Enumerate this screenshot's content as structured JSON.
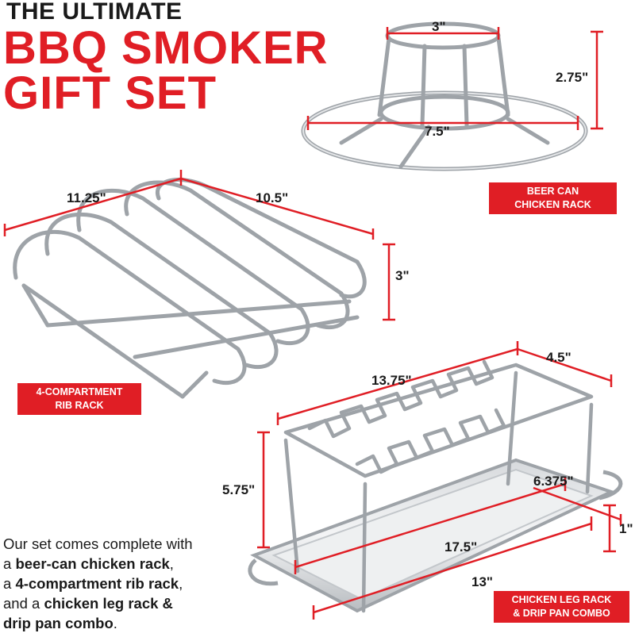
{
  "header": {
    "line1": "THE ULTIMATE",
    "line2": "BBQ SMOKER",
    "line3": "GIFT SET"
  },
  "beer_can": {
    "label": "BEER CAN\nCHICKEN RACK",
    "dim_top": "3\"",
    "dim_height": "2.75\"",
    "dim_base": "7.5\""
  },
  "rib_rack": {
    "label": "4-COMPARTMENT\nRIB RACK",
    "dim_length": "11.25\"",
    "dim_width": "10.5\"",
    "dim_height": "3\""
  },
  "leg_rack": {
    "label": "CHICKEN LEG RACK\n& DRIP PAN COMBO",
    "dim_top_length": "13.75\"",
    "dim_top_width": "4.5\"",
    "dim_height": "5.75\"",
    "dim_pan_width": "6.375\"",
    "dim_pan_depth": "1\"",
    "dim_pan_length": "17.5\"",
    "dim_pan_inner": "13\""
  },
  "description": {
    "intro": "Our set comes complete with",
    "item1_prefix": "a ",
    "item1": "beer-can chicken rack",
    "item1_suffix": ",",
    "item2_prefix": "a ",
    "item2": "4-compartment rib rack",
    "item2_suffix": ",",
    "item3_prefix": "and a ",
    "item3": "chicken leg rack &",
    "item4": "drip pan combo",
    "item4_suffix": "."
  },
  "colors": {
    "accent": "#e01e25",
    "text": "#1a1a1a",
    "steel": "#9aa0a6"
  }
}
